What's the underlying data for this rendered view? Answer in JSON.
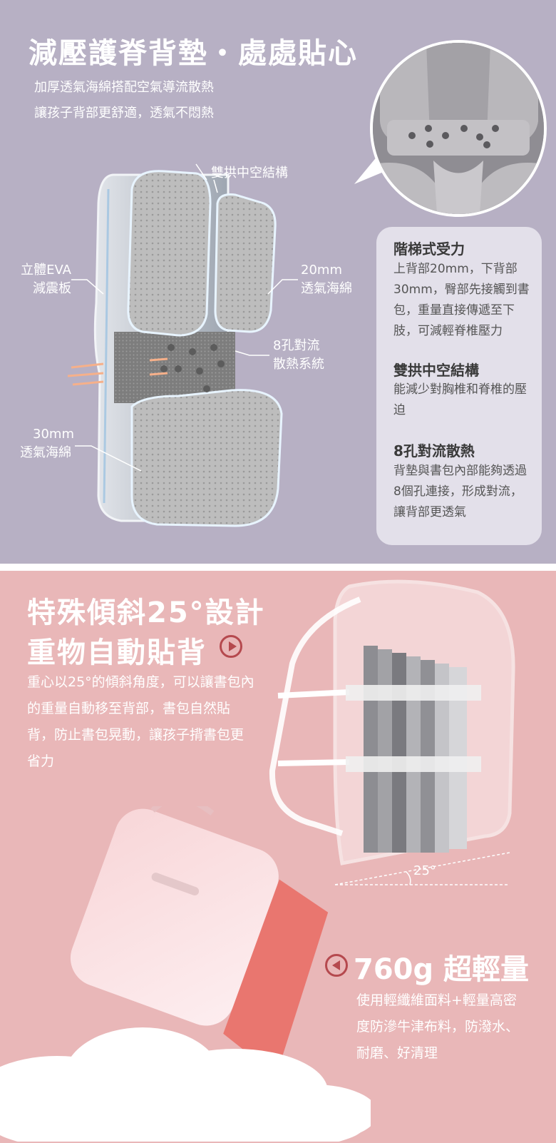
{
  "section_top": {
    "title": "減壓護脊背墊・處處貼心",
    "subtitle_line1": "加厚透氣海綿搭配空氣導流散熱",
    "subtitle_line2": "讓孩子背部更舒適，透氣不悶熱",
    "callouts": {
      "arch": "雙拱中空結構",
      "eva_line1": "立體EVA",
      "eva_line2": "減震板",
      "sponge20_line1": "20mm",
      "sponge20_line2": "透氣海綿",
      "holes_line1": "8孔對流",
      "holes_line2": "散熱系統",
      "sponge30_line1": "30mm",
      "sponge30_line2": "透氣海綿"
    },
    "features": [
      {
        "title": "階梯式受力",
        "desc": "上背部20mm，下背部30mm，臀部先接觸到書包，重量直接傳遞至下肢，可減輕脊椎壓力"
      },
      {
        "title": "雙拱中空結構",
        "desc": "能減少對胸椎和脊椎的壓迫"
      },
      {
        "title": "8孔對流散熱",
        "desc": "背墊與書包內部能夠透過8個孔連接，形成對流，讓背部更透氣"
      }
    ]
  },
  "section_bottom": {
    "title_line1": "特殊傾斜25°設計",
    "title_line2": "重物自動貼背",
    "body": "重心以25°的傾斜角度，可以讓書包內的重量自動移至背部，書包自然貼背，防止書包晃動，讓孩子揹書包更省力",
    "angle_label": "25°",
    "weight_title": "760g 超輕量",
    "weight_body": "使用輕纖維面料+輕量高密度防滲牛津布料，防潑水、耐磨、好清理"
  },
  "colors": {
    "top_bg": "#b7b0c4",
    "bottom_bg": "#e9b7b8",
    "accent": "#b5494e",
    "card_bg": "#e3e0ea"
  }
}
